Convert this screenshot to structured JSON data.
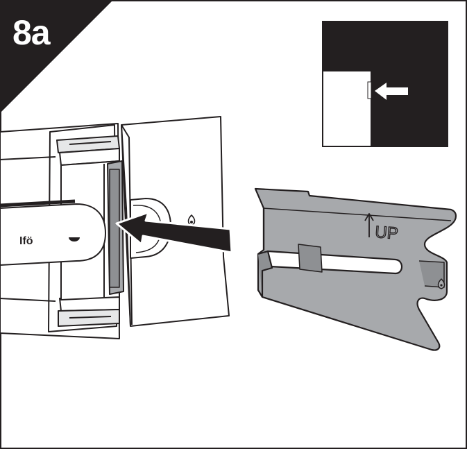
{
  "step": {
    "label": "8a"
  },
  "colors": {
    "ink": "#231f20",
    "panel_fill": "#ffffff",
    "part_fill": "#a7a9ac",
    "part_shadow": "#8e9093",
    "highlight": "#d1d3d4"
  },
  "insert_part": {
    "marking": "UP"
  },
  "device": {
    "brand_text": "Ifö"
  },
  "icons": [
    "arrow-right-icon",
    "arrow-left-icon",
    "flame-symbol-icon"
  ]
}
